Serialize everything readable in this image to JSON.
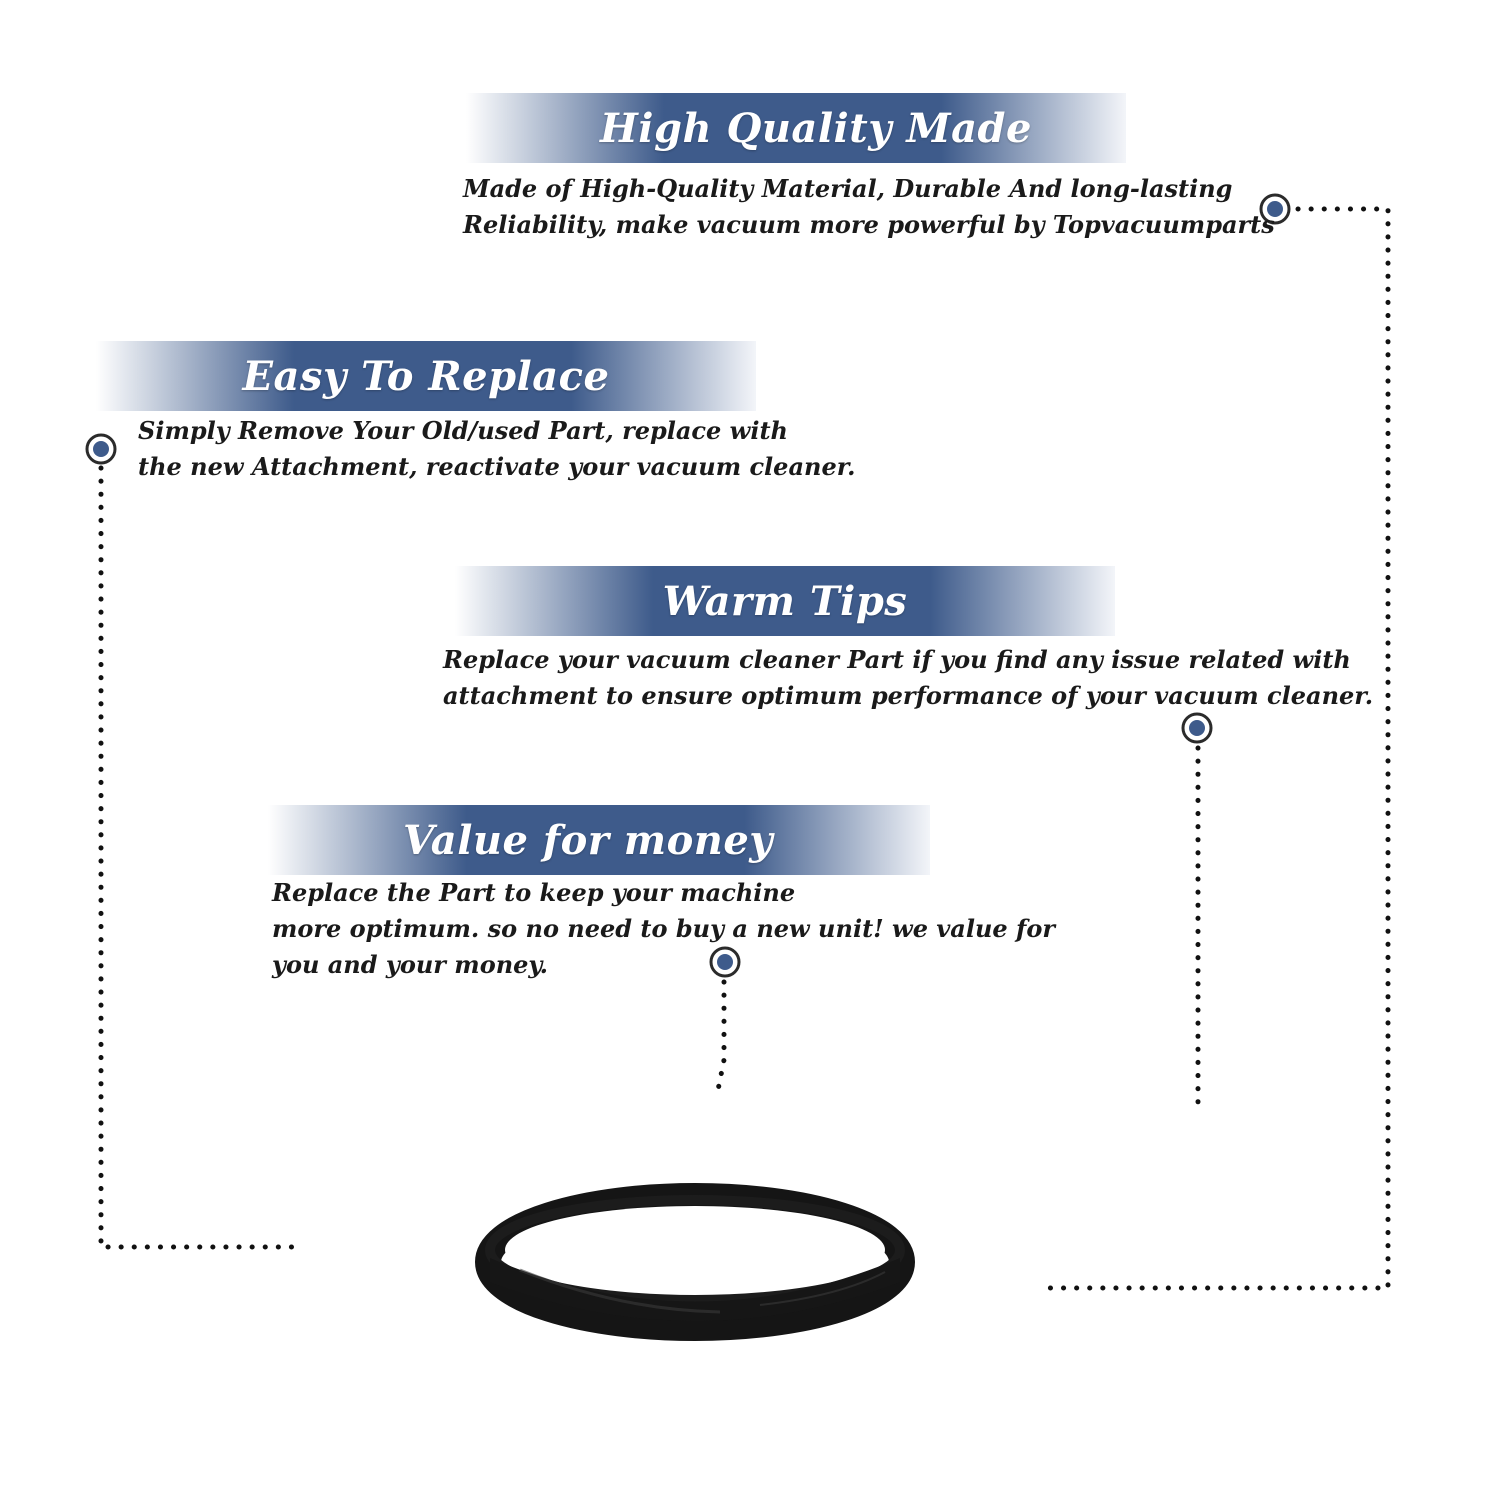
{
  "accent_color": "#3e5b8b",
  "features": [
    {
      "title": "High Quality Made",
      "lines": [
        "Made of  High-Quality Material, Durable And long-lasting",
        "Reliability, make vacuum more powerful by Topvacuumparts"
      ]
    },
    {
      "title": "Easy To Replace",
      "lines": [
        "Simply Remove Your Old/used Part, replace with",
        "the new Attachment, reactivate your vacuum cleaner."
      ]
    },
    {
      "title": "Warm Tips",
      "lines": [
        "Replace your vacuum cleaner Part if you find any issue related with",
        " attachment to ensure optimum performance of your vacuum cleaner."
      ]
    },
    {
      "title": "Value for money",
      "lines": [
        "Replace the Part to keep your machine",
        "more optimum. so no need to buy a new unit! we value for",
        "you and your money."
      ]
    }
  ],
  "product": {
    "image": "vacuum-belt"
  }
}
